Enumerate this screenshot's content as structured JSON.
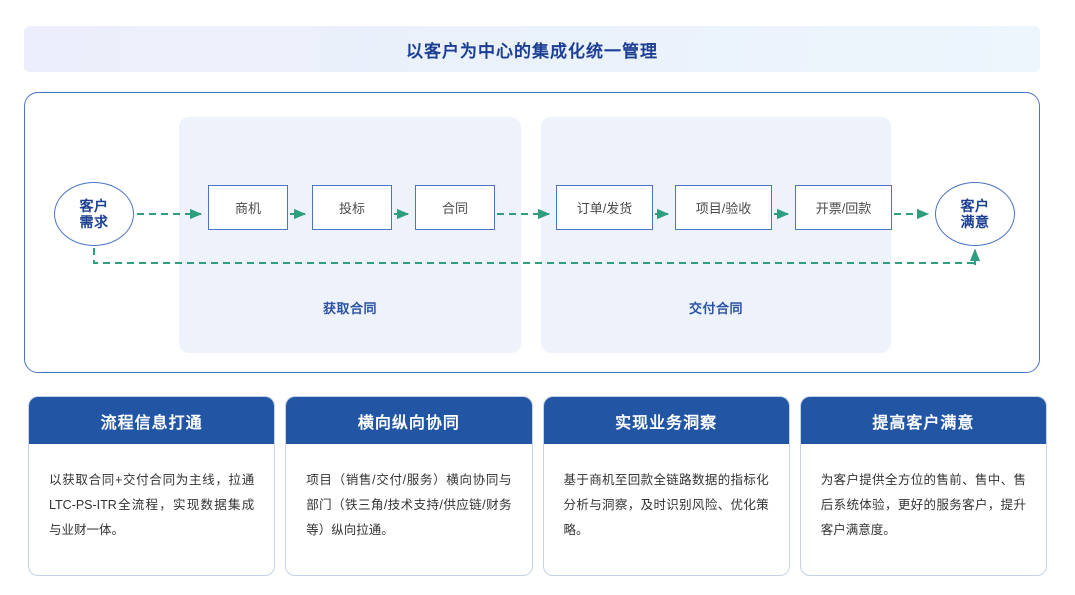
{
  "banner": {
    "title": "以客户为中心的集成化统一管理"
  },
  "flow": {
    "start_node": {
      "line1": "客户",
      "line2": "需求"
    },
    "end_node": {
      "line1": "客户",
      "line2": "满意"
    },
    "groups": [
      {
        "label": "获取合同"
      },
      {
        "label": "交付合同"
      }
    ],
    "steps": [
      {
        "label": "商机"
      },
      {
        "label": "投标"
      },
      {
        "label": "合同"
      },
      {
        "label": "订单/发货"
      },
      {
        "label": "项目/验收"
      },
      {
        "label": "开票/回款"
      }
    ],
    "colors": {
      "arrow": "#2f9e7e",
      "box_border": "#4b74c4",
      "panel_bg": "#eef2fa",
      "node_text": "#1c3f94"
    }
  },
  "cards": [
    {
      "title": "流程信息打通",
      "body": "以获取合同+交付合同为主线，拉通LTC-PS-ITR全流程，实现数据集成与业财一体。"
    },
    {
      "title": "横向纵向协同",
      "body": "项目（销售/交付/服务）横向协同与部门（铁三角/技术支持/供应链/财务等）纵向拉通。"
    },
    {
      "title": "实现业务洞察",
      "body": "基于商机至回款全链路数据的指标化分析与洞察，及时识别风险、优化策略。"
    },
    {
      "title": "提高客户满意",
      "body": "为客户提供全方位的售前、售中、售后系统体验，更好的服务客户，提升客户满意度。"
    }
  ]
}
